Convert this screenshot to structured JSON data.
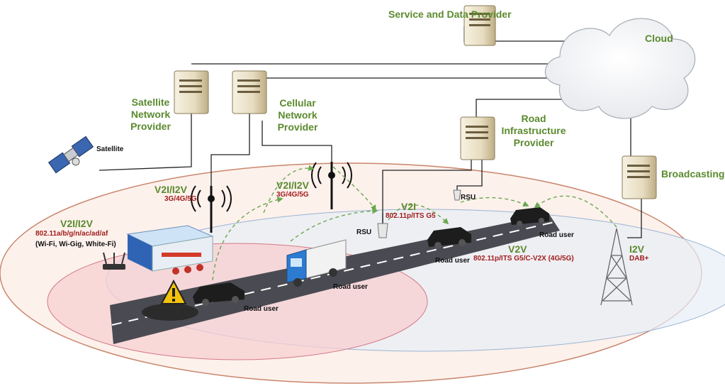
{
  "providers": {
    "service": "Service and Data Provider",
    "cloud": "Cloud",
    "satellite_network": "Satellite Network Provider",
    "cellular_network": "Cellular Network Provider",
    "road_infrastructure": "Road Infrastructure Provider",
    "broadcasting": "Broadcasting"
  },
  "satellite": {
    "label": "Satellite"
  },
  "links": {
    "v2i_wifi": {
      "title": "V2I/I2V",
      "tech": "802.11a/b/g/n/ac/ad/af",
      "sub": "(Wi-Fi, Wi-Gig, White-Fi)"
    },
    "v2i_cell1": {
      "title": "V2I/I2V",
      "tech": "3G/4G/5G"
    },
    "v2i_cell2": {
      "title": "V2I/I2V",
      "tech": "3G/4G/5G"
    },
    "v2i_rsu": {
      "title": "V2I",
      "tech": "802.11p/ITS G5"
    },
    "v2v": {
      "title": "V2V",
      "tech": "802.11p/ITS G5/C-V2X (4G/5G)"
    },
    "i2v": {
      "title": "I2V",
      "tech": "DAB+"
    }
  },
  "rsu": {
    "label1": "RSU",
    "label2": "RSU"
  },
  "road_users": {
    "u1": "Road user",
    "u2": "Road user",
    "u3": "Road user",
    "u4": "Road user"
  },
  "colors": {
    "green": "#5a8a2e",
    "red": "#a01c1c",
    "road": "#4a4a52",
    "arrow": "#6aa84f"
  }
}
